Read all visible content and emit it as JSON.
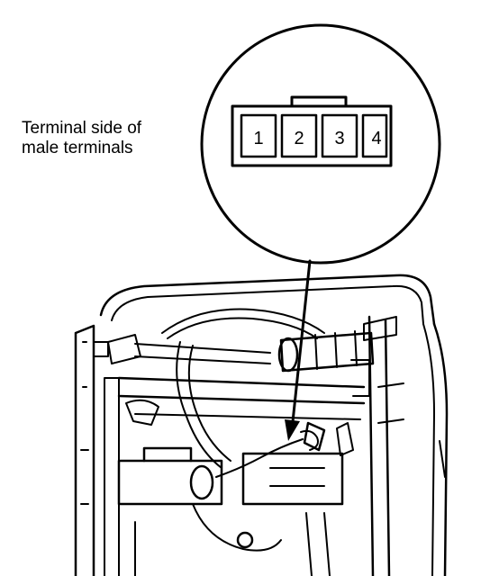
{
  "caption": {
    "line1": "Terminal side of",
    "line2": "male terminals"
  },
  "connector": {
    "pins": [
      "1",
      "2",
      "3",
      "4"
    ]
  }
}
